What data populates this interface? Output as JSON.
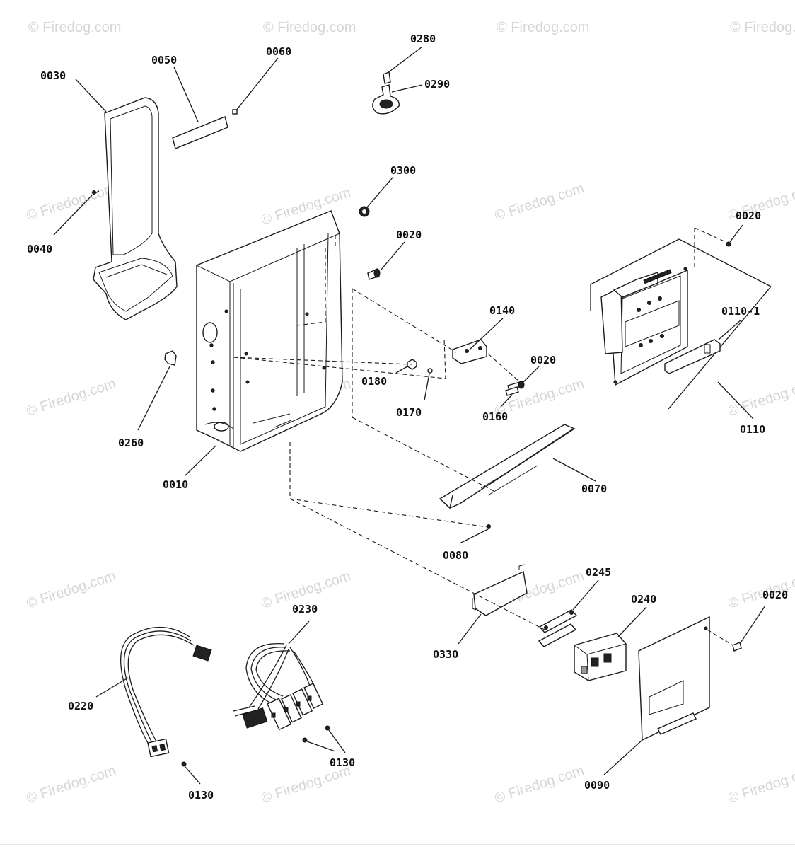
{
  "watermark": {
    "text": "© Firedog.com"
  },
  "labels": {
    "p0010": "0010",
    "p0020a": "0020",
    "p0020b": "0020",
    "p0020c": "0020",
    "p0020d": "0020",
    "p0030": "0030",
    "p0040": "0040",
    "p0050": "0050",
    "p0060": "0060",
    "p0070": "0070",
    "p0080": "0080",
    "p0090": "0090",
    "p0110": "0110",
    "p0110_1": "0110-1",
    "p0130a": "0130",
    "p0130b": "0130",
    "p0140": "0140",
    "p0160": "0160",
    "p0170": "0170",
    "p0180": "0180",
    "p0220": "0220",
    "p0230": "0230",
    "p0240": "0240",
    "p0245": "0245",
    "p0260": "0260",
    "p0280": "0280",
    "p0290": "0290",
    "p0300": "0300",
    "p0330": "0330"
  }
}
